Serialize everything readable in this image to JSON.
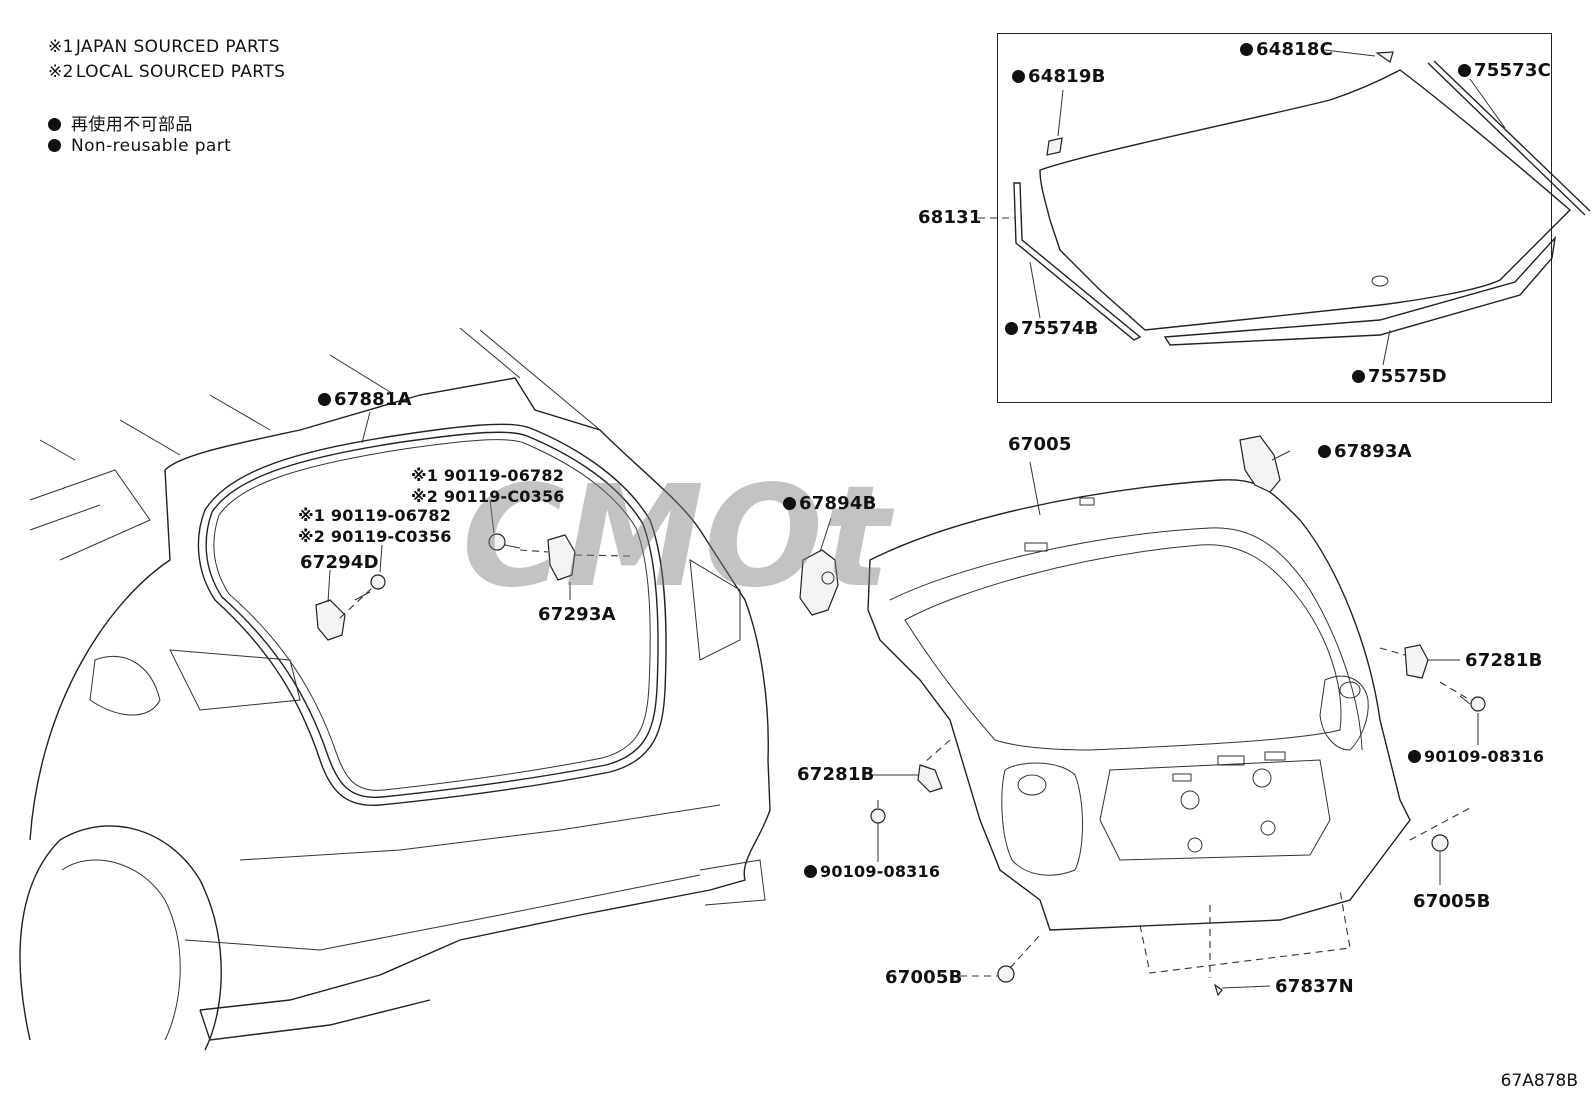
{
  "legend": {
    "note1_mark": "※1",
    "note1_text": "JAPAN SOURCED PARTS",
    "note2_mark": "※2",
    "note2_text": "LOCAL SOURCED PARTS",
    "nonreusable_jp": "再使用不可部品",
    "nonreusable_en": "Non-reusable part"
  },
  "inset_parts": {
    "p64818C": "64818C",
    "p64819B": "64819B",
    "p75573C": "75573C",
    "p68131": "68131",
    "p75574B": "75574B",
    "p75575D": "75575D"
  },
  "body_parts": {
    "p67881A": "67881A",
    "bolt_upper_1": "※1 90119-06782",
    "bolt_upper_2": "※2 90119-C0356",
    "bolt_lower_1": "※1 90119-06782",
    "bolt_lower_2": "※2 90119-C0356",
    "p67294D": "67294D",
    "p67293A": "67293A"
  },
  "door_parts": {
    "p67005": "67005",
    "p67893A": "67893A",
    "p67894B": "67894B",
    "p67281B_right": "67281B",
    "p90109_right": "90109-08316",
    "p67281B_left": "67281B",
    "p90109_left": "90109-08316",
    "p67005B_right": "67005B",
    "p67005B_left": "67005B",
    "p67837N": "67837N"
  },
  "watermark_text": "CMOt",
  "diagram_ref": "67A878B"
}
